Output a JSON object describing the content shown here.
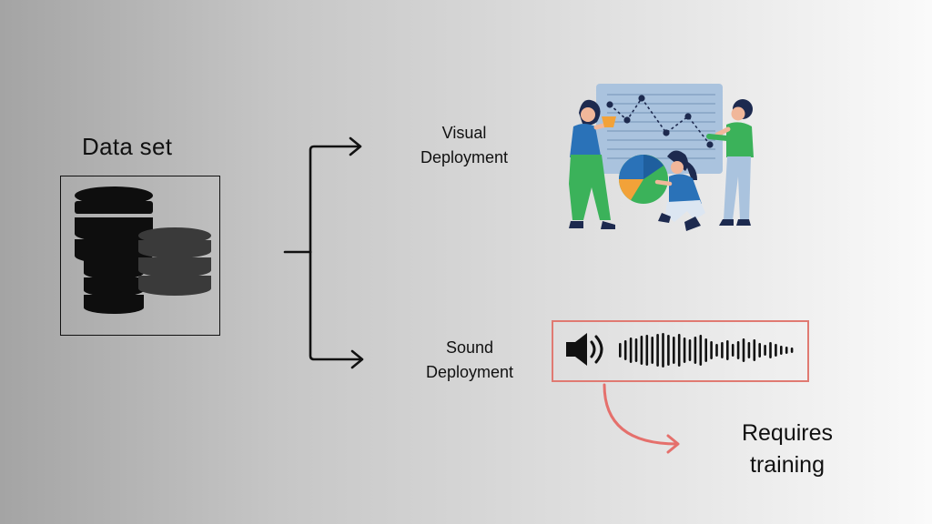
{
  "dataset": {
    "title": "Data set",
    "icon": "database-stack-icon"
  },
  "visual": {
    "label_line1": "Visual",
    "label_line2": "Deployment",
    "illustration": "people-analyzing-charts-illustration"
  },
  "sound": {
    "label_line1": "Sound",
    "label_line2": "Deployment",
    "icon": "speaker-icon",
    "waveform": "audio-waveform-icon"
  },
  "note": {
    "line1": "Requires",
    "line2": "training"
  },
  "colors": {
    "arrow": "#111111",
    "highlight_border": "#e07a72",
    "highlight_arrow": "#e5706c",
    "chart_board": "#aac3de",
    "green": "#3bb25a",
    "blue": "#2a72b8",
    "orange": "#f2a239",
    "navy": "#1d2a4f"
  }
}
